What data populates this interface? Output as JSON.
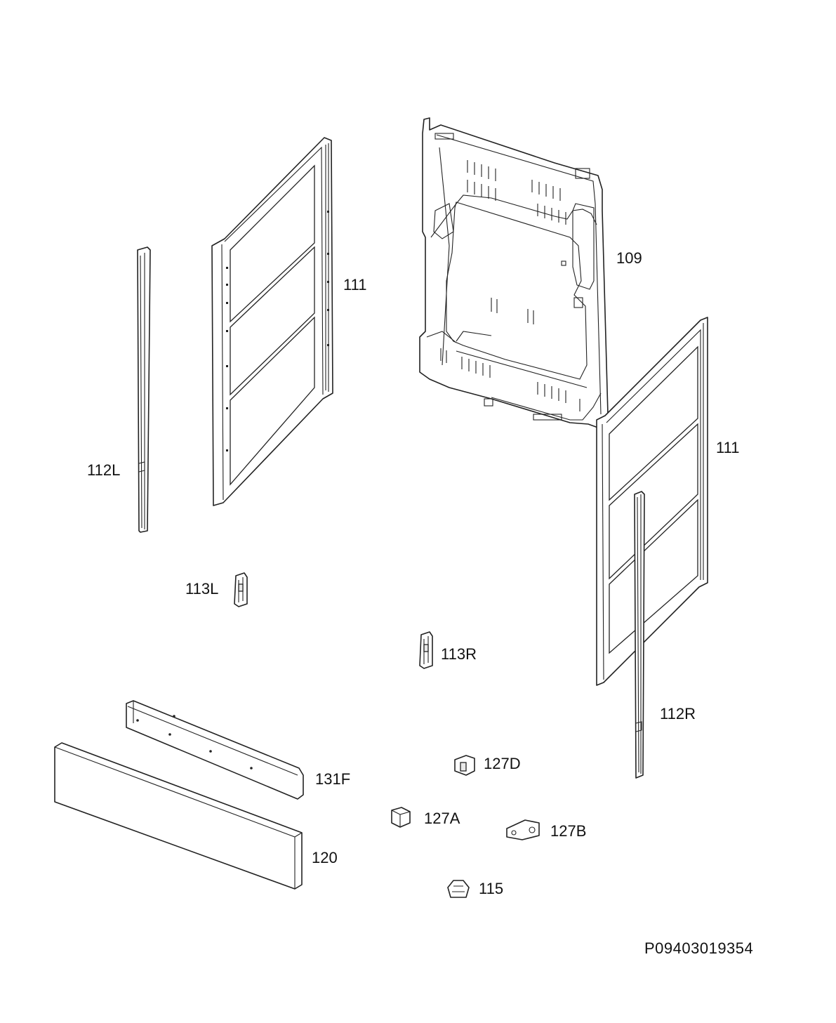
{
  "diagram": {
    "drawing_code": "P09403019354",
    "parts": [
      {
        "id": "part-109",
        "label": "109"
      },
      {
        "id": "part-111-left",
        "label": "111"
      },
      {
        "id": "part-111-right",
        "label": "111"
      },
      {
        "id": "part-112l",
        "label": "112L"
      },
      {
        "id": "part-112r",
        "label": "112R"
      },
      {
        "id": "part-113l",
        "label": "113L"
      },
      {
        "id": "part-113r",
        "label": "113R"
      },
      {
        "id": "part-131f",
        "label": "131F"
      },
      {
        "id": "part-120",
        "label": "120"
      },
      {
        "id": "part-127d",
        "label": "127D"
      },
      {
        "id": "part-127a",
        "label": "127A"
      },
      {
        "id": "part-127b",
        "label": "127B"
      },
      {
        "id": "part-115",
        "label": "115"
      }
    ]
  }
}
